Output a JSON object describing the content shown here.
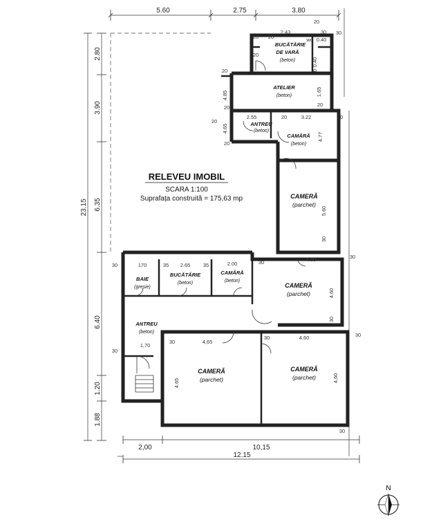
{
  "title": {
    "heading": "RELEVEU IMOBIL",
    "scale": "SCARA 1:100",
    "area": "Suprafața construită = 175,63 mp"
  },
  "rooms": {
    "bucatarie_vara": {
      "name": "BUCĂTĂRIE",
      "name2": "DE VARĂ",
      "material": "(beton)"
    },
    "atelier": {
      "name": "ATELIER",
      "material": "(beton)"
    },
    "antreu_top": {
      "name": "ANTREU",
      "material": "(beton)"
    },
    "camara_top": {
      "name": "CAMĂRĂ",
      "material": "(beton)"
    },
    "camera_right_upper": {
      "name": "CAMERĂ",
      "material": "(parchet)"
    },
    "baie": {
      "name": "BAIE",
      "material": "(gresie)"
    },
    "bucatarie": {
      "name": "BUCĂTĂRIE",
      "material": "(beton)"
    },
    "camara_mid": {
      "name": "CAMĂRĂ",
      "material": "(beton)"
    },
    "camera_mid_right": {
      "name": "CAMERĂ",
      "material": "(parchet)"
    },
    "antreu_left": {
      "name": "ANTREU",
      "material": "(beton)"
    },
    "camera_bottom_left": {
      "name": "CAMERĂ",
      "material": "(parchet)"
    },
    "camera_bottom_right": {
      "name": "CAMERĂ",
      "material": "(parchet)"
    }
  },
  "dimensions": {
    "top": [
      "5.60",
      "2.75",
      "3.80"
    ],
    "left": [
      "2.80",
      "3.90",
      "6.35",
      "6.40",
      "1.20",
      "1.88"
    ],
    "total_height": "23.15",
    "bottom": [
      "2,00",
      "10,15"
    ],
    "total_width": "12.15"
  },
  "inner_labels": {
    "bv_243": "2.43",
    "bv_30a": "30",
    "bv_040": "0.40",
    "bv_20a": "20",
    "bv_20b": "20",
    "bv_20c": "20",
    "bv_20d": "20",
    "bv_30b": "30",
    "bv_040v": "0.40",
    "bv_10": "10",
    "wc": "wc",
    "at_485": "4.85",
    "at_20": "20",
    "at_20b": "20",
    "at_165": "1.65",
    "at_20c": "20",
    "an_255": "2.55",
    "an_20": "20",
    "an_465": "4.65",
    "an_20b": "20",
    "cm_322": "3.22",
    "cm_20": "20",
    "cm_477": "4.77",
    "cm_20b": "20",
    "cr_560": "5.60",
    "cr_30": "30",
    "m_170": "170",
    "m_35a": "35",
    "m_265": "2.65",
    "m_35b": "35",
    "m_200": "2.00",
    "m_30a": "30",
    "m_30b": "30",
    "m_460a": "4.60",
    "m_460b": "4.60",
    "m_30c": "30",
    "m_30d": "30",
    "m_30e": "30",
    "m_170b": "1,70",
    "b_30a": "30",
    "b_465": "4,65",
    "b_465v": "4.65",
    "b_30b": "30",
    "b_460": "4,60",
    "b_460v": "4,60",
    "b_30c": "30",
    "b_30d": "30"
  },
  "compass": {
    "label": "N"
  }
}
